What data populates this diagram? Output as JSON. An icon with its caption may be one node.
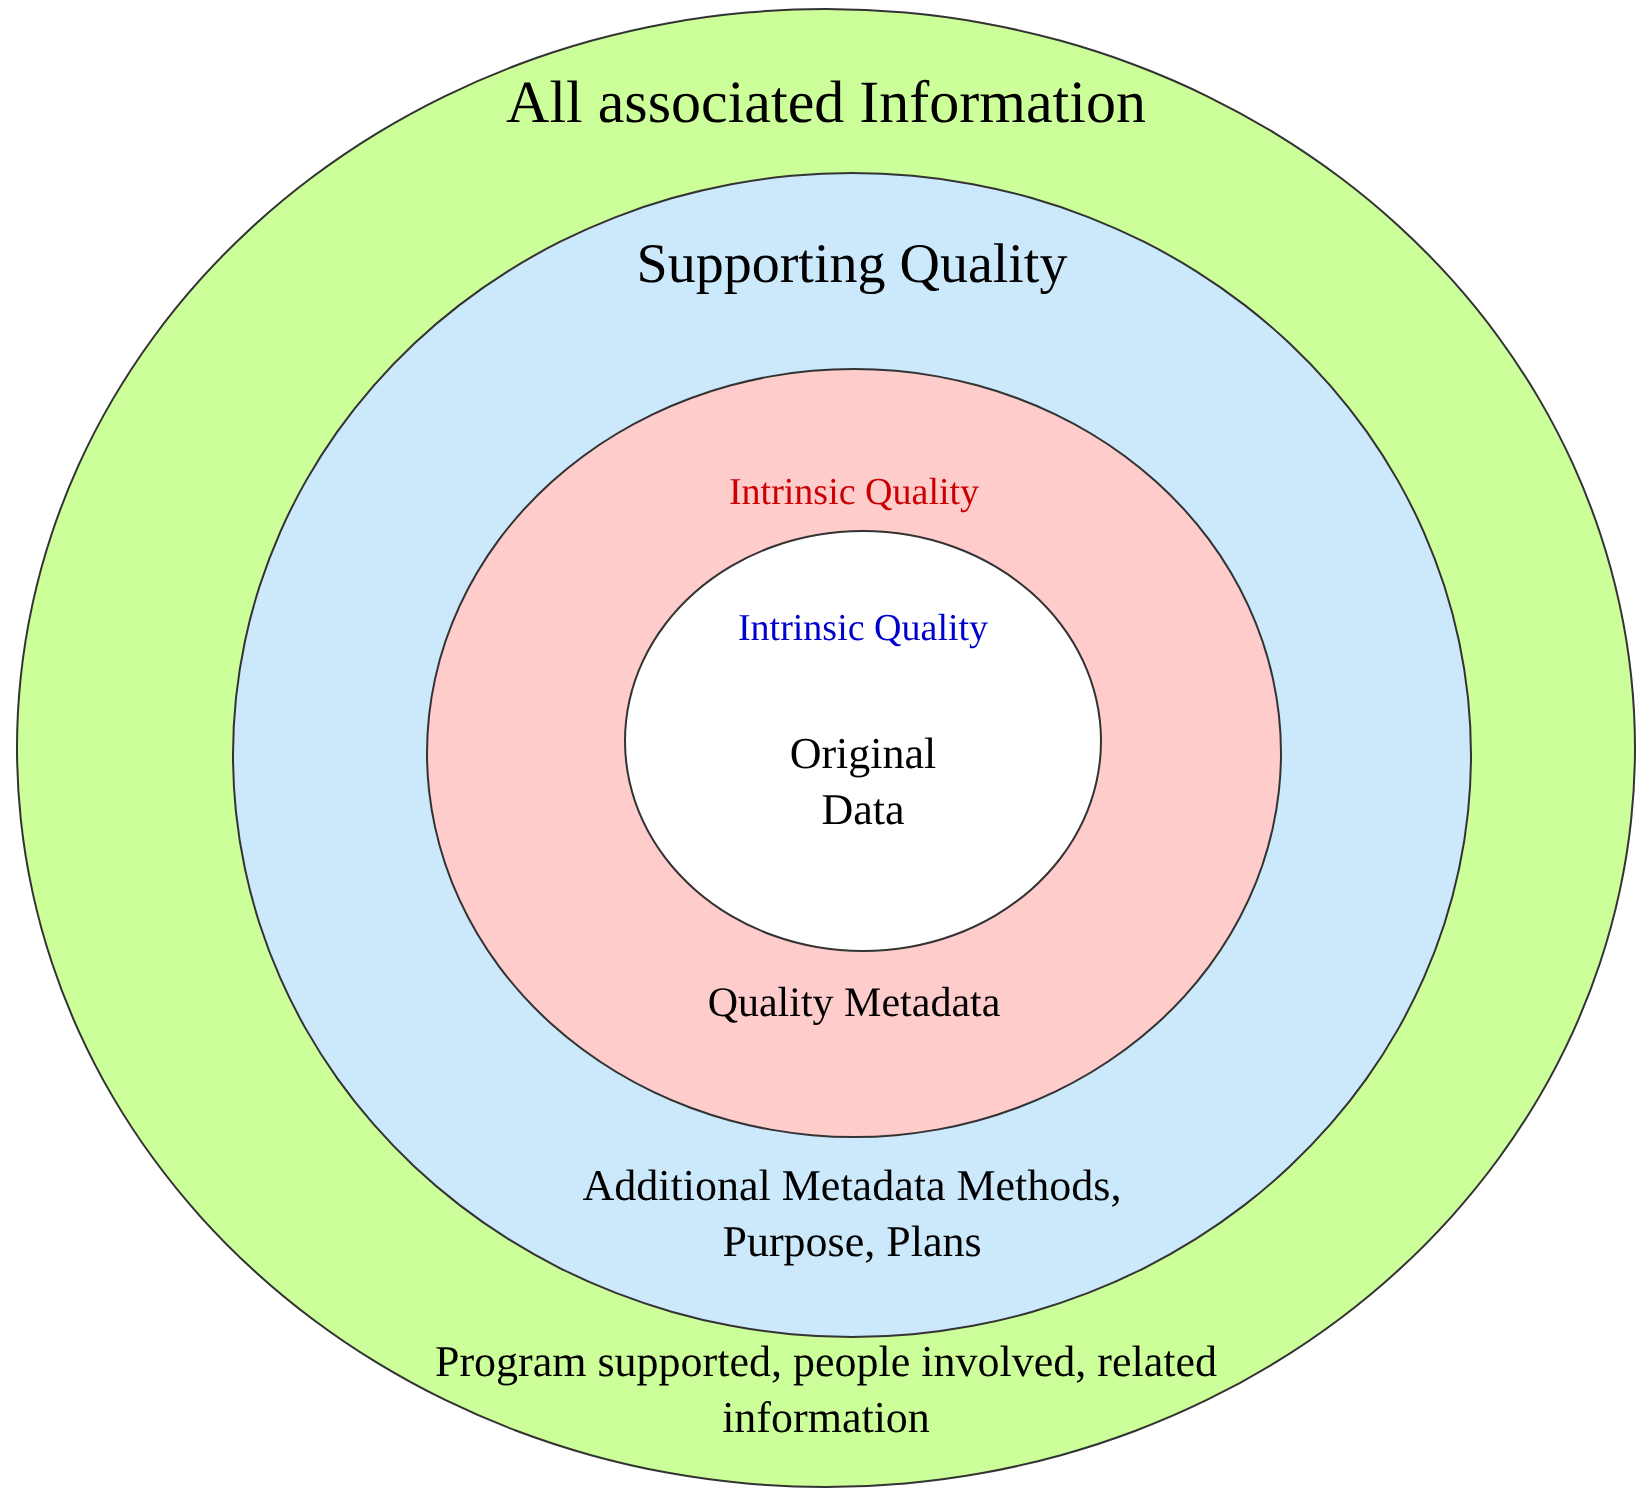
{
  "diagram": {
    "nodes": [
      {
        "text": [
          "All associated Information",
          "Program supported, people involved, related information"
        ]
      },
      {
        "text": [
          "Supporting Quality",
          "Additional Metadata Methods, Purpose, Plans"
        ],
        "in": 0
      },
      {
        "text": [
          "Intrinsic Quality",
          "Quality Metadata"
        ],
        "in": 1
      },
      {
        "text": [
          "Intrinsic Quality",
          "Original Data"
        ],
        "in": 2
      }
    ],
    "edges": []
  }
}
